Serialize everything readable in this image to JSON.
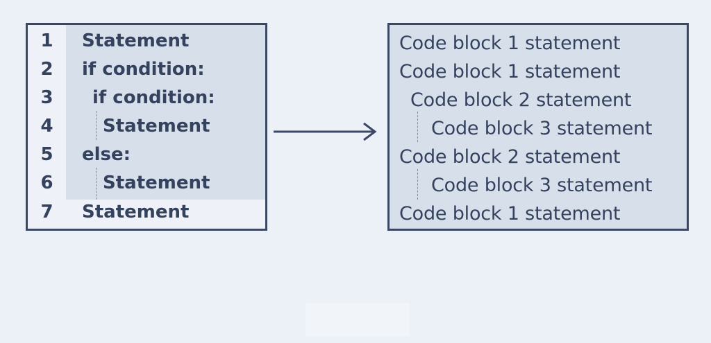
{
  "source_code": {
    "lines": [
      {
        "num": "1",
        "text": "Statement"
      },
      {
        "num": "2",
        "text": "if condition:"
      },
      {
        "num": "3",
        "text": "if condition:"
      },
      {
        "num": "4",
        "text": "Statement"
      },
      {
        "num": "5",
        "text": "else:"
      },
      {
        "num": "6",
        "text": "Statement"
      },
      {
        "num": "7",
        "text": "Statement"
      }
    ]
  },
  "code_blocks": {
    "lines": [
      "Code block 1 statement",
      "Code block 1 statement",
      "Code block 2 statement",
      "Code block 3 statement",
      "Code block 2 statement",
      "Code block 3 statement",
      "Code block 1 statement"
    ]
  },
  "colors": {
    "background": "#ecf1f8",
    "panel_border": "#3a4863",
    "panel_fill": "#d7dfeb",
    "text": "#34425e"
  },
  "icons": {
    "arrow": "right-arrow-icon"
  }
}
